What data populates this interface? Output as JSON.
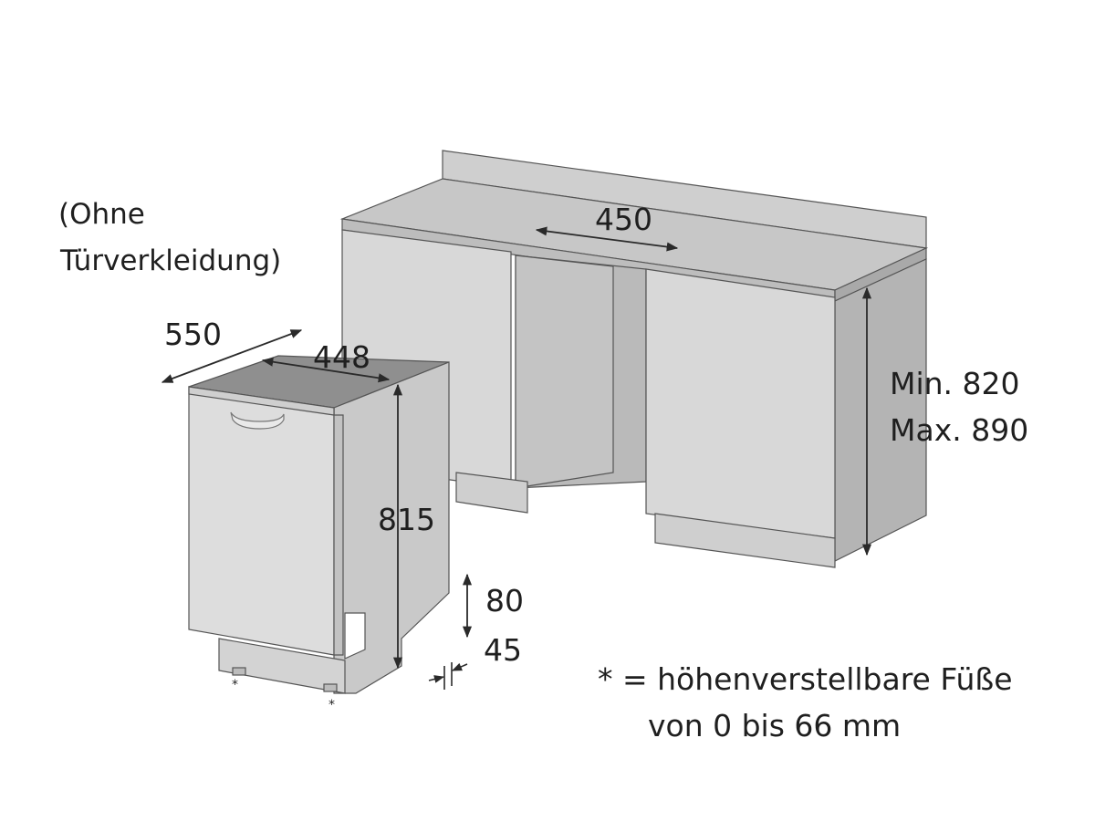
{
  "note_top": {
    "line1": "(Ohne",
    "line2": "Türverkleidung)"
  },
  "dimensions": {
    "niche_width": "450",
    "niche_height_min": "Min. 820",
    "niche_height_max": "Max. 890",
    "depth": "550",
    "width": "448",
    "height": "815",
    "plinth_height": "80",
    "plinth_depth": "45"
  },
  "feet_marker": "*",
  "footnote": {
    "line1": "* = höhenverstellbare Füße",
    "line2": "von 0 bis 66 mm"
  },
  "colors": {
    "cabinet_face": "#d6d6d6",
    "cabinet_top": "#c6c6c6",
    "cabinet_side": "#b2b2b2",
    "niche_back": "#b9b9b9",
    "dishwasher_face": "#dcdcdc",
    "dishwasher_top": "#8e8e8e",
    "dishwasher_side": "#c9c9c9",
    "line": "#2a2a2a"
  }
}
